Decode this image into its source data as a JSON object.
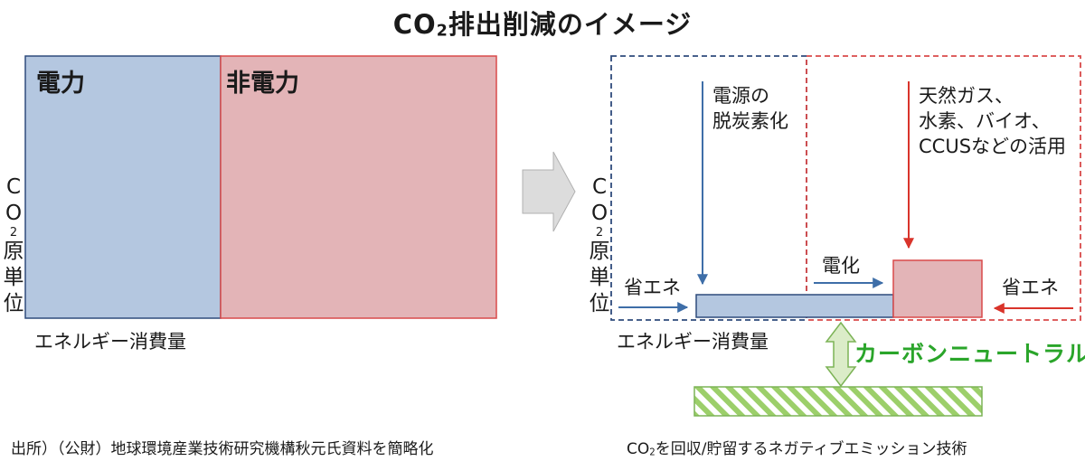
{
  "title": {
    "main": "CO",
    "sub": "2",
    "rest": "排出削減のイメージ"
  },
  "left_panel": {
    "electric_label": "電力",
    "non_electric_label": "非電力",
    "y_axis": {
      "top": "C",
      "middle": "O",
      "sub": "2",
      "rest": [
        "原",
        "単",
        "位"
      ]
    },
    "x_axis": "エネルギー消費量"
  },
  "right_panel": {
    "y_axis": {
      "top": "C",
      "middle": "O",
      "sub": "2",
      "rest": [
        "原",
        "単",
        "位"
      ]
    },
    "x_axis": "エネルギー消費量",
    "power_decarbonization": [
      "電源の",
      "脱炭素化"
    ],
    "nonpower_measures": [
      "天然ガス、",
      "水素、バイオ、",
      "CCUSなどの活用"
    ],
    "electrification": "電化",
    "energy_saving_left": "省エネ",
    "energy_saving_right": "省エネ",
    "carbon_neutral": "カーボンニュートラル"
  },
  "notes": {
    "source": "出所）（公財）地球環境産業技術研究機構秋元氏資料を簡略化",
    "negative_main": "CO",
    "negative_sub": "2",
    "negative_rest": "を回収/貯留するネガティブエミッション技術"
  },
  "colors": {
    "electric_fill": "#b4c7e0",
    "electric_border": "#2f4b7c",
    "non_electric_fill": "#e3b4b7",
    "non_electric_border": "#d94a4a",
    "blue_arrow": "#3e6ea8",
    "red_arrow": "#d9342b",
    "green": "#2aa52a",
    "gray_arrow": "#dcdcdc"
  }
}
